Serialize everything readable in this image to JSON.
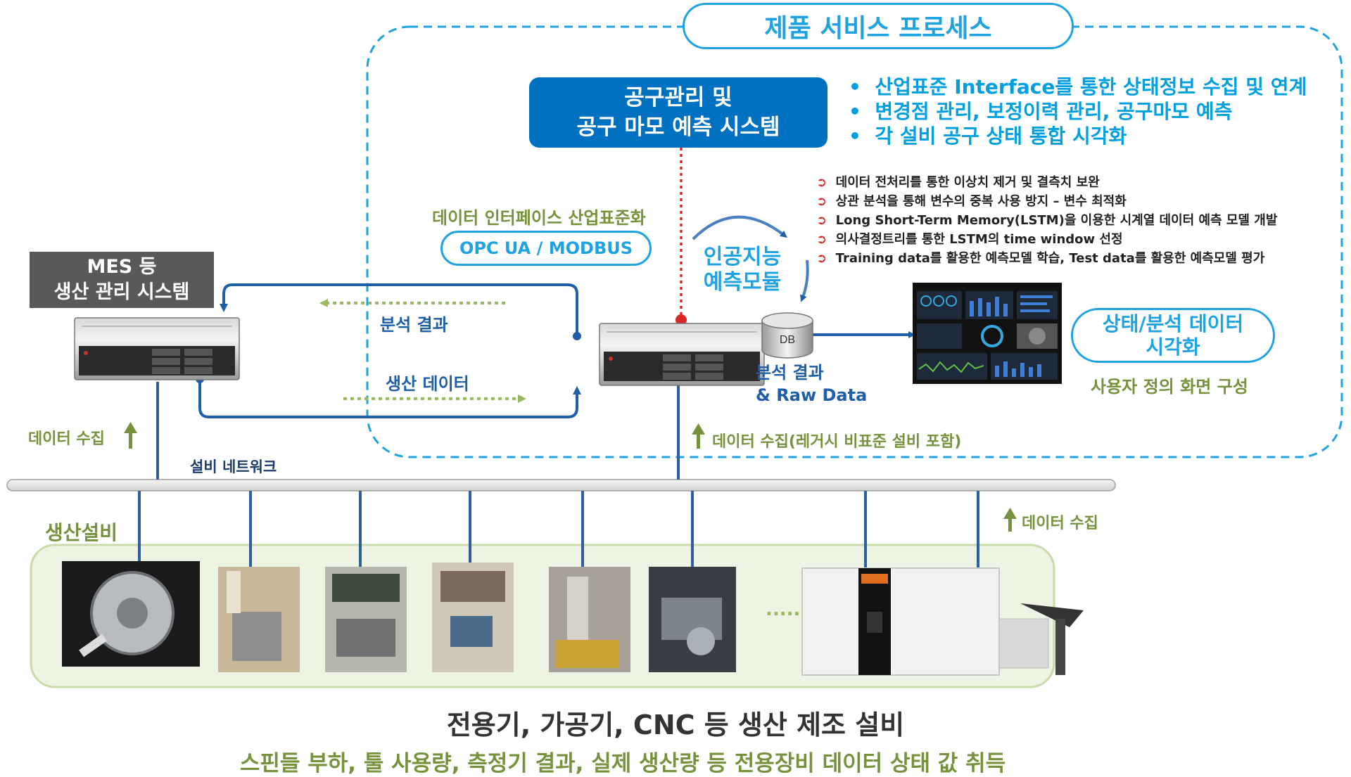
{
  "colors": {
    "accent_blue": "#1fa3e0",
    "navy": "#1f5fa8",
    "green": "#77923c",
    "dark_box": "#595959",
    "red": "#d62828",
    "panel_green": "#eef4e3"
  },
  "service_process": {
    "title": "제품 서비스 프로세스",
    "tool_system": {
      "line1": "공구관리 및",
      "line2": "공구 마모 예측 시스템"
    },
    "features": [
      "산업표준 Interface를 통한 상태정보 수집 및 연계",
      "변경점 관리, 보정이력 관리, 공구마모 예측",
      "각 설비 공구 상태 통합 시각화"
    ],
    "ai_steps": [
      "데이터 전처리를 통한 이상치 제거 및 결측치 보완",
      "상관 분석을 통해 변수의 중복 사용 방지 – 변수 최적화",
      "Long Short-Term Memory(LSTM)을 이용한 시계열 데이터 예측 모델 개발",
      "의사결정트리를 통한 LSTM의 time window 선정",
      "Training data를 활용한 예측모델 학습, Test data를 활용한 예측모델 평가"
    ],
    "interface_std": {
      "title": "데이터 인터페이스 산업표준화",
      "protocol": "OPC UA / MODBUS"
    },
    "ai_module": {
      "line1": "인공지능",
      "line2": "예측모듈"
    },
    "db_label": "DB",
    "output": {
      "line1": "분석 결과",
      "line2": "& Raw Data"
    },
    "visualization": {
      "line1": "상태/분석 데이터",
      "line2": "시각화",
      "caption": "사용자 정의 화면 구성"
    },
    "collect_legacy": "데이터 수집(레거시 비표준 설비 포함)"
  },
  "mes": {
    "line1": "MES 등",
    "line2": "생산 관리 시스템"
  },
  "flows": {
    "analysis_result": "분석 결과",
    "production_data": "생산 데이터"
  },
  "collect_left": "데이터 수집",
  "network_label": "설비 네트워크",
  "collect_right": "데이터 수집",
  "production": {
    "label": "생산설비",
    "ellipsis": "....."
  },
  "footer": {
    "title": "전용기, 가공기, CNC 등 생산 제조 설비",
    "subtitle": "스핀들 부하, 툴 사용량, 측정기 결과, 실제 생산량 등 전용장비 데이터 상태 값 취득"
  }
}
